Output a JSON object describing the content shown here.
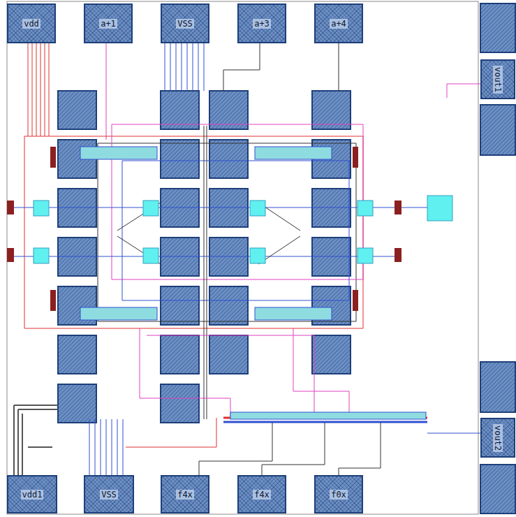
{
  "diagram": {
    "nodes": [
      {
        "text": [
          "vdd"
        ]
      },
      {
        "text": [
          "a+1"
        ]
      },
      {
        "text": [
          "VSS"
        ]
      },
      {
        "text": [
          "a+3"
        ]
      },
      {
        "text": [
          "a+4"
        ]
      },
      {
        "text": [
          "vout1"
        ]
      },
      {
        "text": [
          "vout2"
        ]
      },
      {
        "text": [
          "vdd1"
        ]
      },
      {
        "text": [
          "VSS"
        ]
      },
      {
        "text": [
          "f4x"
        ]
      },
      {
        "text": [
          "f4x"
        ]
      },
      {
        "text": [
          "f0x"
        ]
      }
    ]
  }
}
